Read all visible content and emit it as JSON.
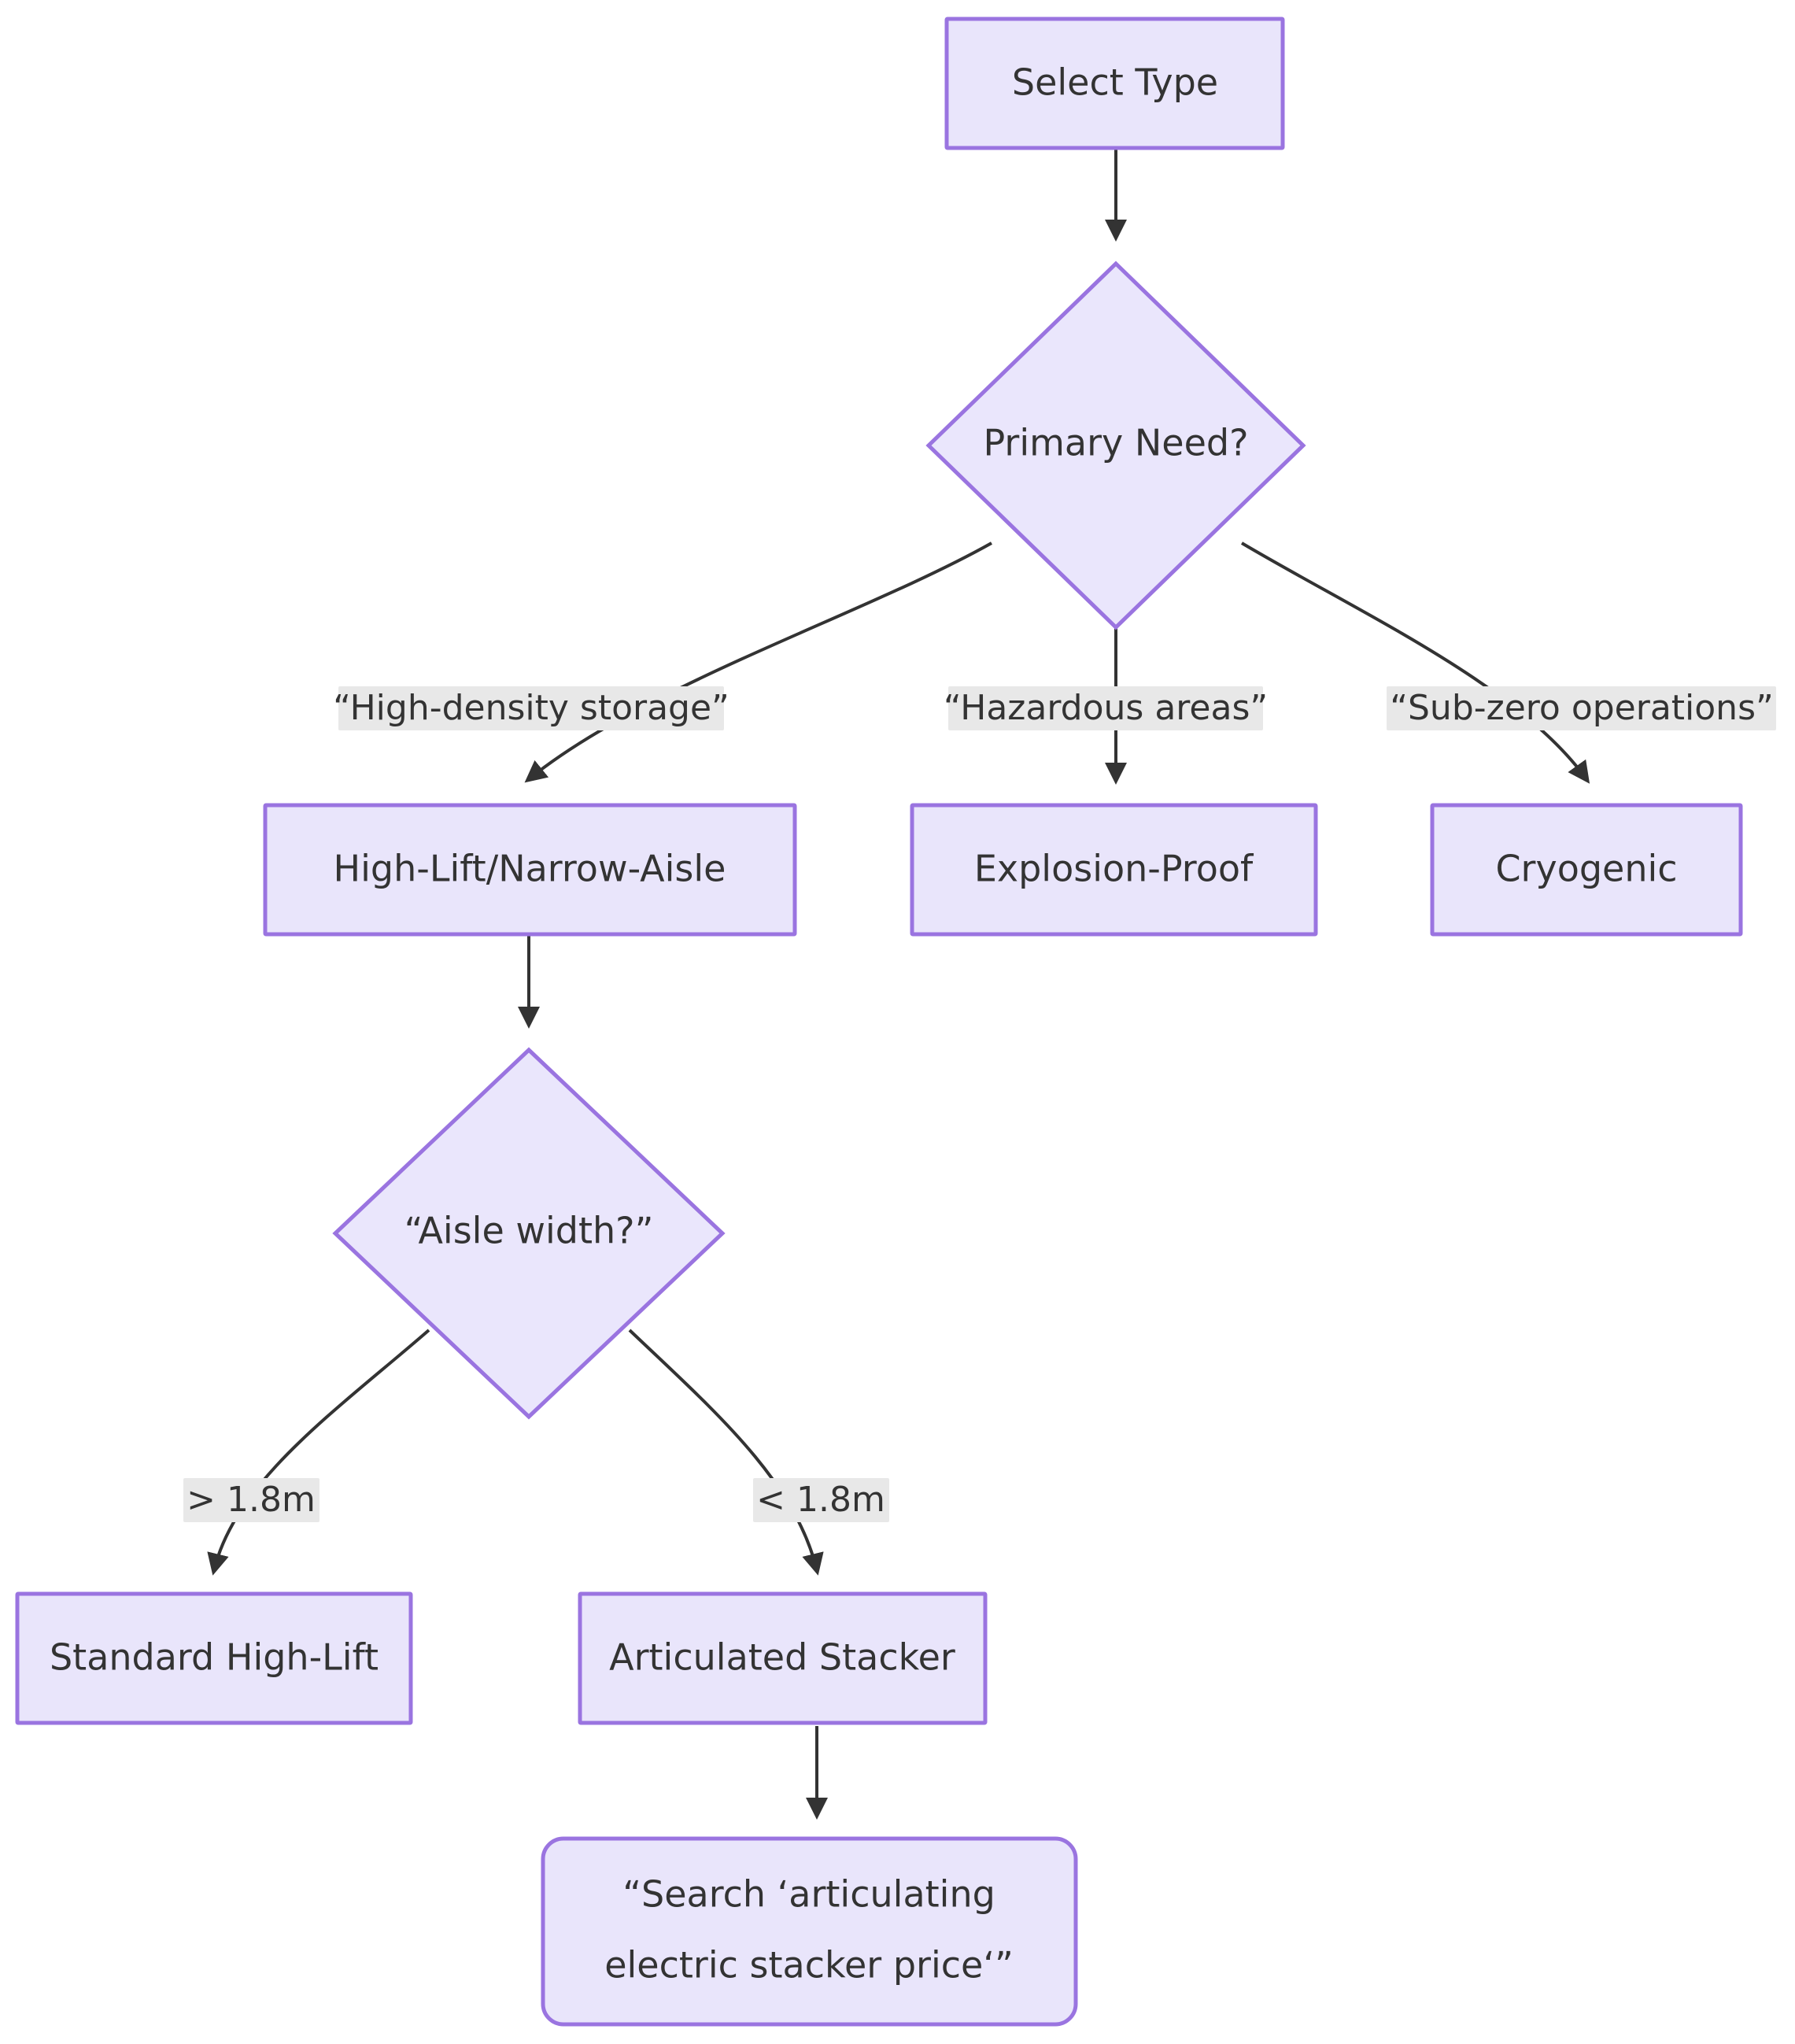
{
  "diagram": {
    "type": "flowchart",
    "direction": "top-down",
    "theme": {
      "node_fill": "#e9e5fb",
      "node_stroke": "#9a74e0",
      "node_text": "#333333",
      "edge_stroke": "#333333",
      "edge_label_bg": "#e8e8e8",
      "background": "#ffffff"
    },
    "nodes": [
      {
        "id": "select-type",
        "label": "Select Type",
        "shape": "rect"
      },
      {
        "id": "primary-need",
        "label": "Primary Need?",
        "shape": "diamond"
      },
      {
        "id": "high-lift",
        "label": "High-Lift/Narrow-Aisle",
        "shape": "rect"
      },
      {
        "id": "explosion-proof",
        "label": "Explosion-Proof",
        "shape": "rect"
      },
      {
        "id": "cryogenic",
        "label": "Cryogenic",
        "shape": "rect"
      },
      {
        "id": "aisle-width",
        "label": "“Aisle width?”",
        "shape": "diamond"
      },
      {
        "id": "standard-high-lift",
        "label": "Standard High-Lift",
        "shape": "rect"
      },
      {
        "id": "articulated",
        "label": "Articulated Stacker",
        "shape": "rect"
      },
      {
        "id": "search-action",
        "label_line1": "“Search ‘articulating",
        "label_line2": "electric stacker price‘”",
        "shape": "rounded-rect"
      }
    ],
    "edges": [
      {
        "from": "select-type",
        "to": "primary-need",
        "label": ""
      },
      {
        "from": "primary-need",
        "to": "high-lift",
        "label": "“High-density storage”"
      },
      {
        "from": "primary-need",
        "to": "explosion-proof",
        "label": "“Hazardous areas”"
      },
      {
        "from": "primary-need",
        "to": "cryogenic",
        "label": "“Sub-zero operations”"
      },
      {
        "from": "high-lift",
        "to": "aisle-width",
        "label": ""
      },
      {
        "from": "aisle-width",
        "to": "standard-high-lift",
        "label": "> 1.8m"
      },
      {
        "from": "aisle-width",
        "to": "articulated",
        "label": "< 1.8m"
      },
      {
        "from": "articulated",
        "to": "search-action",
        "label": ""
      }
    ]
  }
}
